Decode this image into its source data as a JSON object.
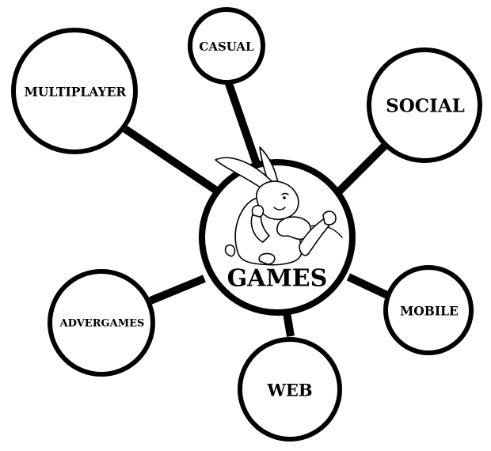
{
  "hub": {
    "label": "GAMES",
    "mascot_icon": "rabbit-with-game-controller-icon"
  },
  "nodes": [
    {
      "id": "multiplayer",
      "label": "MULTIPLAYER"
    },
    {
      "id": "casual",
      "label": "CASUAL"
    },
    {
      "id": "social",
      "label": "SOCIAL"
    },
    {
      "id": "mobile",
      "label": "MOBILE"
    },
    {
      "id": "web",
      "label": "WEB"
    },
    {
      "id": "advergames",
      "label": "ADVERGAMES"
    }
  ],
  "colors": {
    "stroke": "#000000",
    "fill": "#ffffff"
  }
}
